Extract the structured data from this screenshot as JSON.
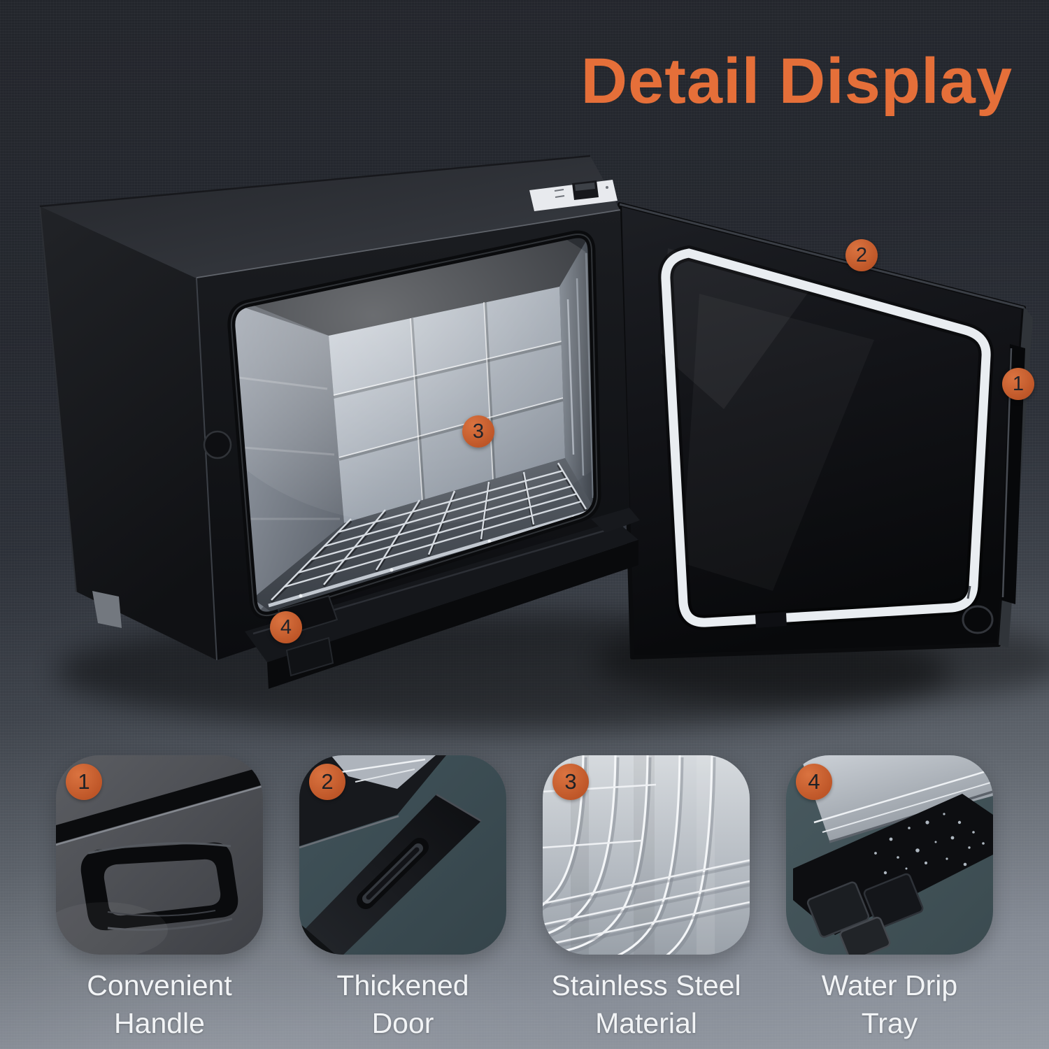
{
  "title": "Detail Display",
  "colors": {
    "accent_orange": "#e56f39",
    "marker_orange": "#c75f31",
    "background_top": "#23262c",
    "background_bottom": "#959ba4",
    "caption_white": "#f2f4f6",
    "detail2_teal": "#3e5054"
  },
  "product": {
    "description_icons": [
      {
        "name": "towel-warmer-cabinet"
      },
      {
        "name": "open-door-with-gasket"
      },
      {
        "name": "power-switch"
      },
      {
        "name": "wire-rack"
      },
      {
        "name": "drip-tray"
      }
    ],
    "markers": [
      {
        "label": "1"
      },
      {
        "label": "2"
      },
      {
        "label": "3"
      },
      {
        "label": "4"
      }
    ]
  },
  "features": [
    {
      "number": "1",
      "caption": [
        "Convenient",
        "Handle"
      ]
    },
    {
      "number": "2",
      "caption": [
        "Thickened",
        "Door"
      ]
    },
    {
      "number": "3",
      "caption": [
        "Stainless Steel",
        "Material"
      ]
    },
    {
      "number": "4",
      "caption": [
        "Water Drip",
        "Tray"
      ]
    }
  ]
}
